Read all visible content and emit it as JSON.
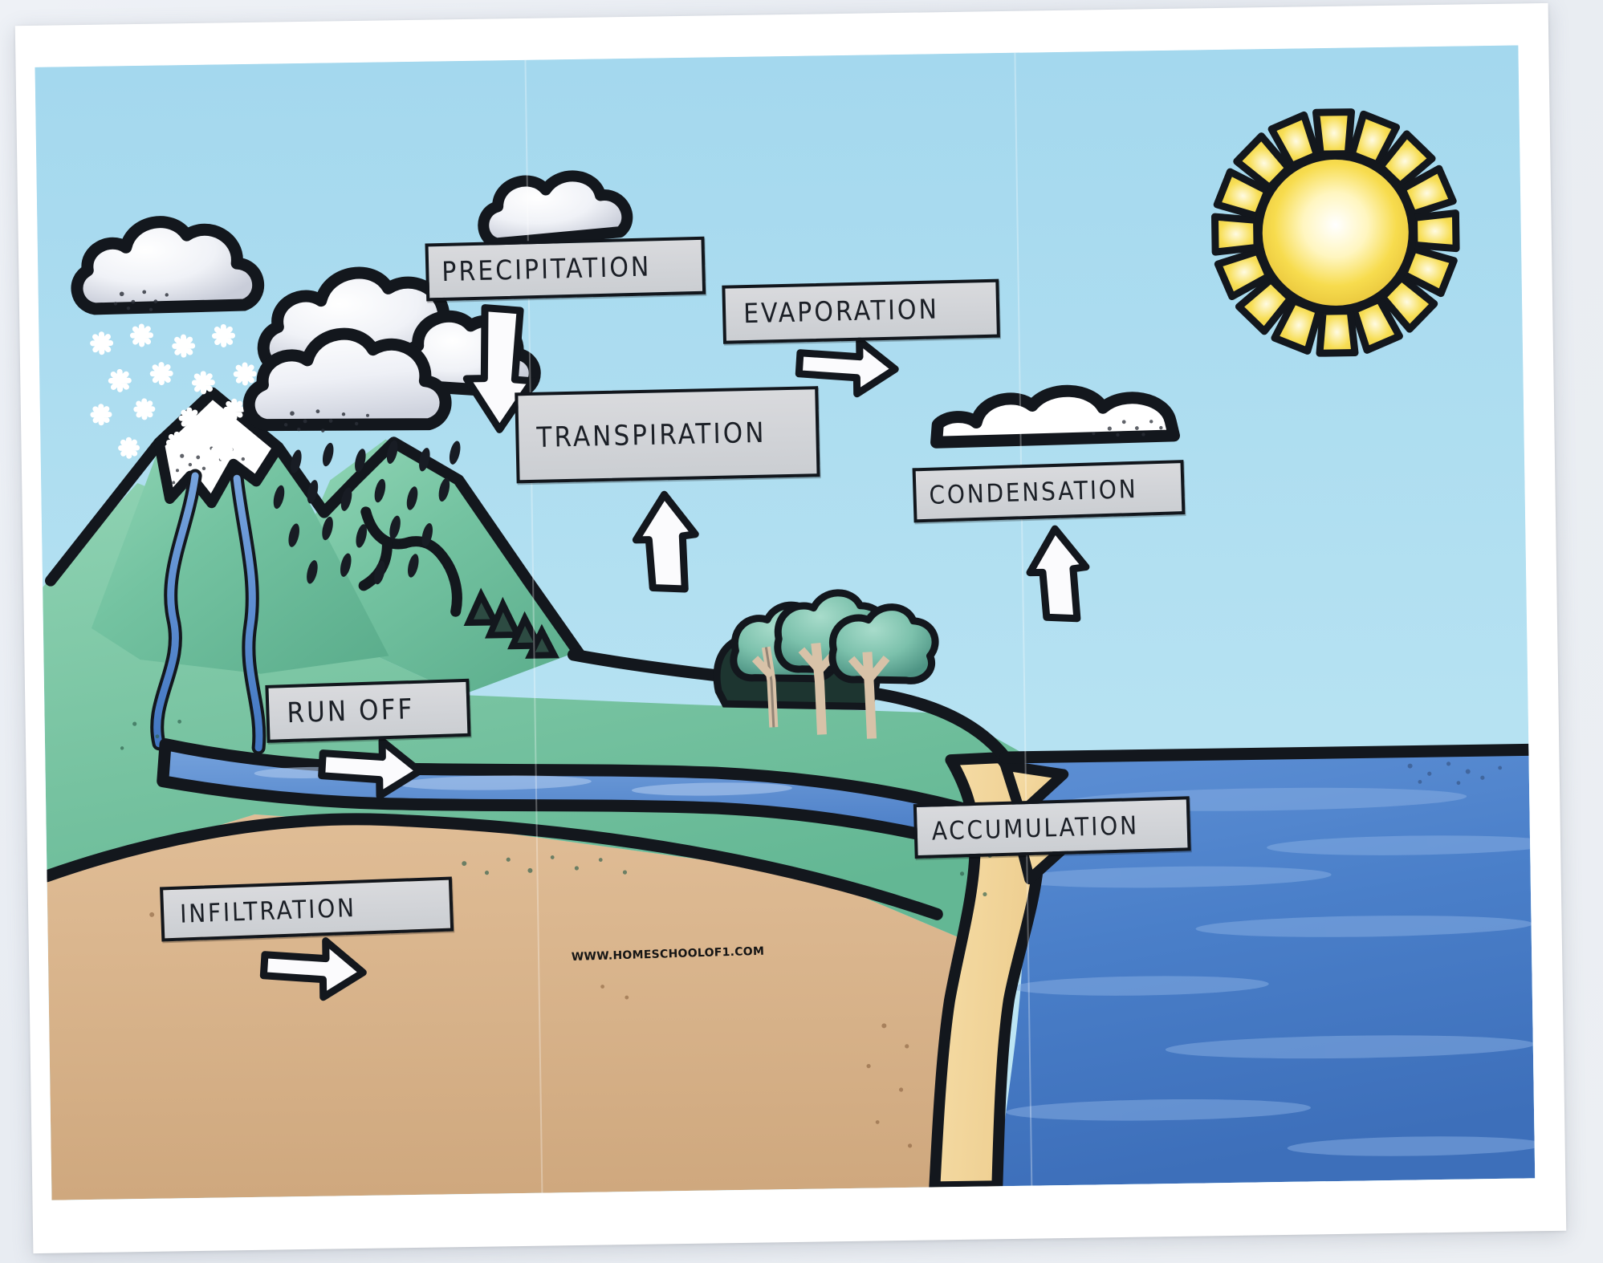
{
  "document": {
    "kind": "printed-worksheet",
    "subject": "The Water Cycle labelled diagram",
    "watermark": "WWW.HOMESCHOOLOF1.COM"
  },
  "colors": {
    "desk": "#eceff4",
    "paper": "#ffffff",
    "sky_top": "#a5d9ef",
    "sky_bottom": "#bde5f4",
    "ink": "#12161c",
    "plaque_fill": "#d4d6da",
    "grass": "#7ec9a6",
    "grass_dark": "#5fb894",
    "soil": "#d8b38b",
    "sand": "#f5d9a0",
    "ocean": "#4a7fc9",
    "ocean_light": "#79a4dd",
    "river": "#4a7fc9",
    "snow": "#ffffff",
    "cloud": "#f2f3f7",
    "cloud_shade": "#c6c9d4",
    "sun_yellow": "#f5d93e",
    "sun_core": "#ffffff",
    "tree_canopy": "#7fc3ae",
    "tree_dark": "#1d3530",
    "trunk": "#d8c2a8"
  },
  "labels": [
    {
      "id": "precipitation",
      "text": "PRECIPITATION"
    },
    {
      "id": "evaporation",
      "text": "EVAPORATION"
    },
    {
      "id": "transpiration",
      "text": "TRANSPIRATION"
    },
    {
      "id": "condensation",
      "text": "CONDENSATION"
    },
    {
      "id": "runoff",
      "text": "RUN OFF"
    },
    {
      "id": "accumulation",
      "text": "ACCUMULATION"
    },
    {
      "id": "infiltration",
      "text": "INFILTRATION"
    }
  ],
  "arrows": [
    {
      "id": "precipitation-arrow",
      "direction": "down",
      "points_to": "transpiration label"
    },
    {
      "id": "evaporation-arrow",
      "direction": "right",
      "points_to": "sun / sky"
    },
    {
      "id": "transpiration-arrow",
      "direction": "up",
      "points_to": "transpiration label"
    },
    {
      "id": "condensation-arrow",
      "direction": "up",
      "points_to": "condensation label"
    },
    {
      "id": "runoff-arrow",
      "direction": "right",
      "points_to": "river toward sea"
    },
    {
      "id": "infiltration-arrow",
      "direction": "right",
      "points_to": "ground / soil"
    }
  ],
  "scenery": [
    {
      "id": "sun",
      "name": "sun",
      "description": "yellow sun with 16 rays"
    },
    {
      "id": "snow-cloud",
      "name": "snow cloud",
      "description": "cloud dropping snowflakes"
    },
    {
      "id": "rain-cloud",
      "name": "rain cloud",
      "description": "cloud group dropping raindrops"
    },
    {
      "id": "precipitation-cloud",
      "name": "small cloud",
      "description": "cloud above precipitation label"
    },
    {
      "id": "condensation-cloud",
      "name": "wispy cloud",
      "description": "long flat cloud above condensation label"
    },
    {
      "id": "mountain",
      "name": "snow-capped mountain",
      "description": "peak with snow cap and streams"
    },
    {
      "id": "trees",
      "name": "trees",
      "description": "three deciduous trees"
    },
    {
      "id": "river",
      "name": "river",
      "description": "river running to the sea"
    },
    {
      "id": "ocean",
      "name": "ocean",
      "description": "blue sea with waves"
    },
    {
      "id": "beach",
      "name": "sandy beach",
      "description": "tan sand strip at the shore"
    },
    {
      "id": "soil",
      "name": "soil layer",
      "description": "brown underground soil band"
    }
  ]
}
